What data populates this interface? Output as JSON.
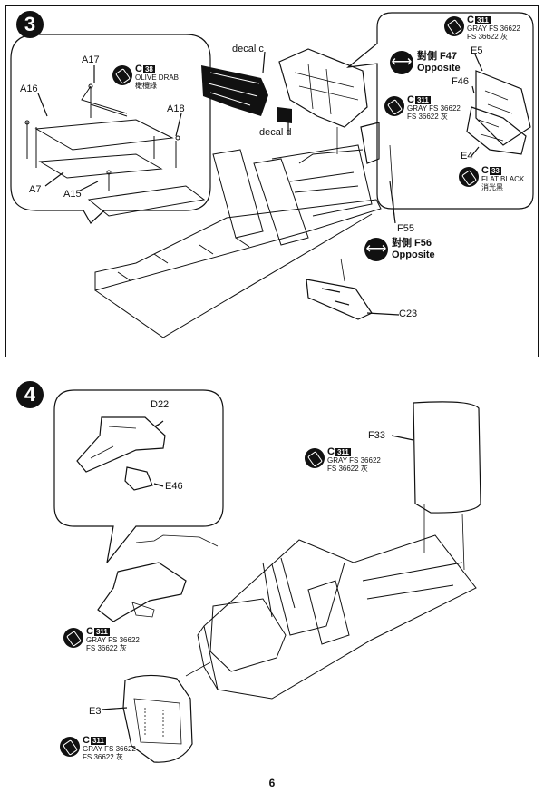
{
  "page_number": "6",
  "step3": {
    "number": "3",
    "labels": {
      "a16": "A16",
      "a17": "A17",
      "a18": "A18",
      "a7": "A7",
      "a15": "A15",
      "decal_c": "decal  c",
      "decal_d": "decal  d",
      "e5": "E5",
      "f46": "F46",
      "e4": "E4",
      "f55": "F55",
      "c23": "C23"
    },
    "paints": {
      "olive": {
        "code": "C",
        "num": "38",
        "line1": "OLIVE DRAB",
        "line2": "橄欖綠"
      },
      "gray_top": {
        "code": "C",
        "num": "311",
        "line1": "GRAY FS 36622",
        "line2": "FS  36622 灰"
      },
      "gray_mid": {
        "code": "C",
        "num": "311",
        "line1": "GRAY FS 36622",
        "line2": "FS  36622 灰"
      },
      "black": {
        "code": "C",
        "num": "33",
        "line1": "FLAT BLACK",
        "line2": "消光黑"
      }
    },
    "opposite1": {
      "line1": "對側 F47",
      "line2": "Opposite"
    },
    "opposite2": {
      "line1": "對側 F56",
      "line2": "Opposite"
    }
  },
  "step4": {
    "number": "4",
    "labels": {
      "d22": "D22",
      "e46": "E46",
      "f33": "F33",
      "e3": "E3"
    },
    "paints": {
      "gray_right": {
        "code": "C",
        "num": "311",
        "line1": "GRAY FS 36622",
        "line2": "FS  36622 灰"
      },
      "gray_left": {
        "code": "C",
        "num": "311",
        "line1": "GRAY FS 36622",
        "line2": "FS  36622 灰"
      },
      "gray_bottom": {
        "code": "C",
        "num": "311",
        "line1": "GRAY FS 36622",
        "line2": "FS  36622 灰"
      }
    }
  }
}
